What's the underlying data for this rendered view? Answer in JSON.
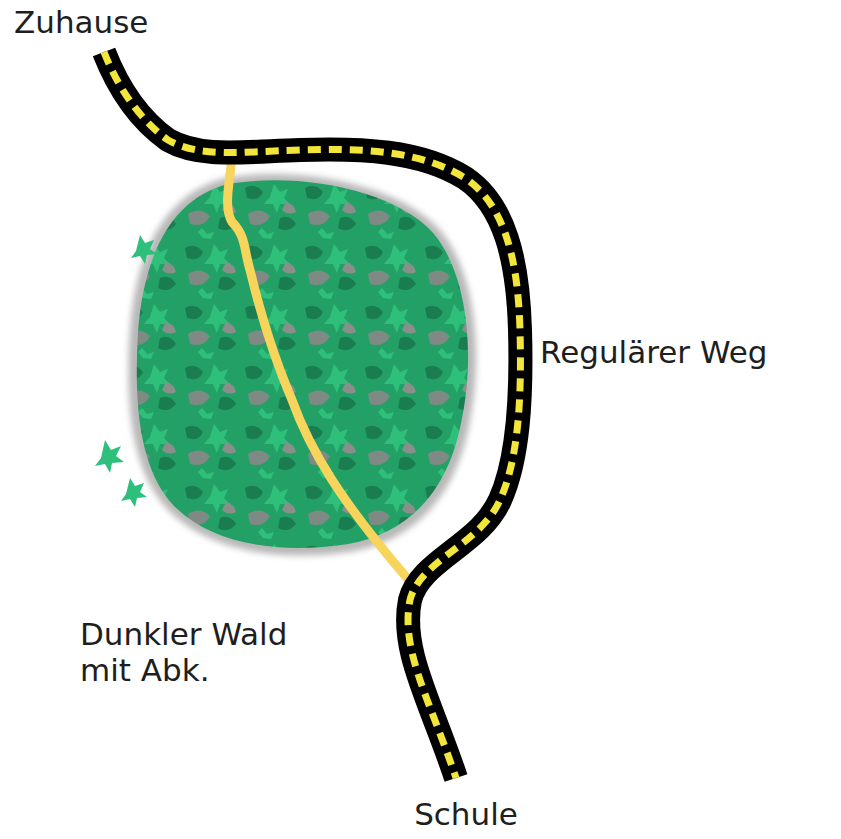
{
  "diagram": {
    "labels": [
      "Zuhause",
      "Regulärer Weg",
      "Dunkler Wald mit Abk.",
      "Schule"
    ]
  }
}
